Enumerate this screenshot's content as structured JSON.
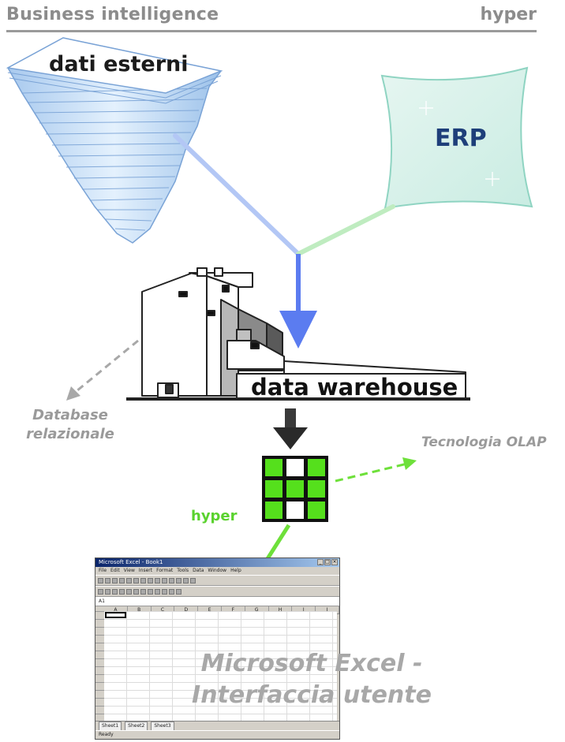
{
  "header": {
    "title": "Business intelligence",
    "right_label": "hyper"
  },
  "nodes": {
    "external_data": "dati esterni",
    "erp": "ERP",
    "data_warehouse": "data warehouse",
    "database": [
      "Database",
      "relazionale"
    ],
    "olap": "Tecnologia OLAP",
    "hyper": "hyper",
    "excel": [
      "Microsoft Excel -",
      "Interfaccia utente"
    ]
  },
  "excel_window": {
    "title": "Microsoft Excel - Book1",
    "menu": [
      "File",
      "Edit",
      "View",
      "Insert",
      "Format",
      "Tools",
      "Data",
      "Window",
      "Help"
    ],
    "name_box": "A1",
    "columns": [
      "A",
      "B",
      "C",
      "D",
      "E",
      "F",
      "G",
      "H",
      "I",
      "J"
    ],
    "sheets": [
      "Sheet1",
      "Sheet2",
      "Sheet3"
    ],
    "status": "Ready"
  },
  "colors": {
    "header_gray": "#8c8c8c",
    "blue_arrow": "#5b7cf0",
    "green_arrow": "#6ee03a",
    "gray_arrow": "#a8a8a8",
    "cube_green": "#55e01c",
    "erp_text": "#1e3f7a"
  }
}
